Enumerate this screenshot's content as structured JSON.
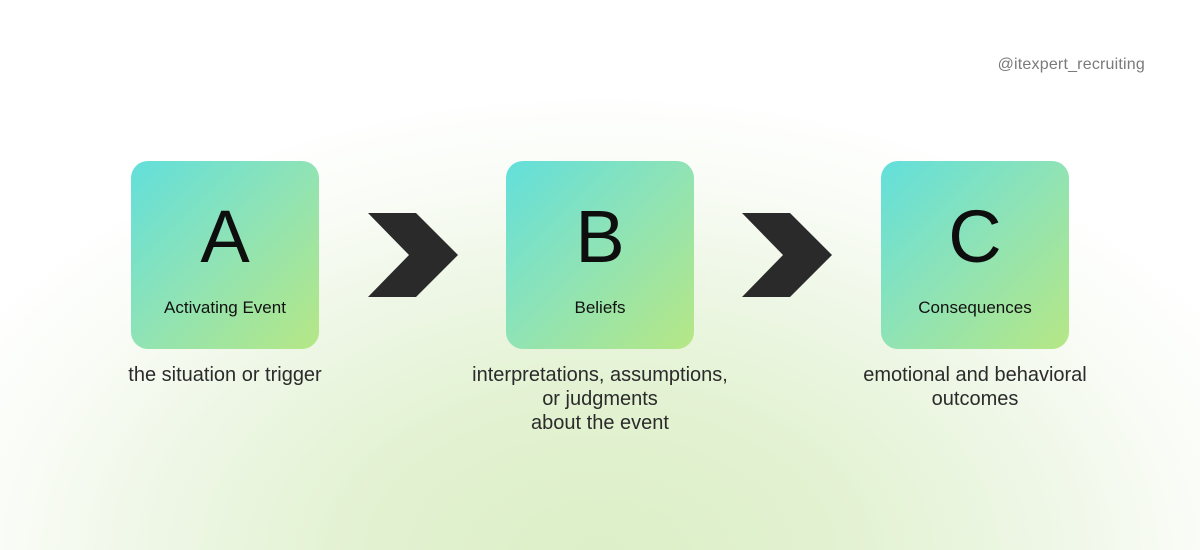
{
  "watermark": "@itexpert_recruiting",
  "colors": {
    "card_gradient_start": "#62dfdb",
    "card_gradient_mid": "#8ee3b6",
    "card_gradient_end": "#b6e785",
    "chevron": "#2a2a2a",
    "text": "#2b2b2b",
    "watermark": "#7a7a7a",
    "background_glow": "#dcefc7"
  },
  "steps": [
    {
      "letter": "A",
      "label": "Activating Event",
      "description": [
        "the situation or trigger"
      ]
    },
    {
      "letter": "B",
      "label": "Beliefs",
      "description": [
        "interpretations, assumptions,",
        "or judgments",
        "about the event"
      ]
    },
    {
      "letter": "C",
      "label": "Consequences",
      "description": [
        "emotional and behavioral",
        "outcomes"
      ]
    }
  ],
  "connectors": [
    {
      "icon": "chevron-right-icon",
      "from": "A",
      "to": "B"
    },
    {
      "icon": "chevron-right-icon",
      "from": "B",
      "to": "C"
    }
  ]
}
